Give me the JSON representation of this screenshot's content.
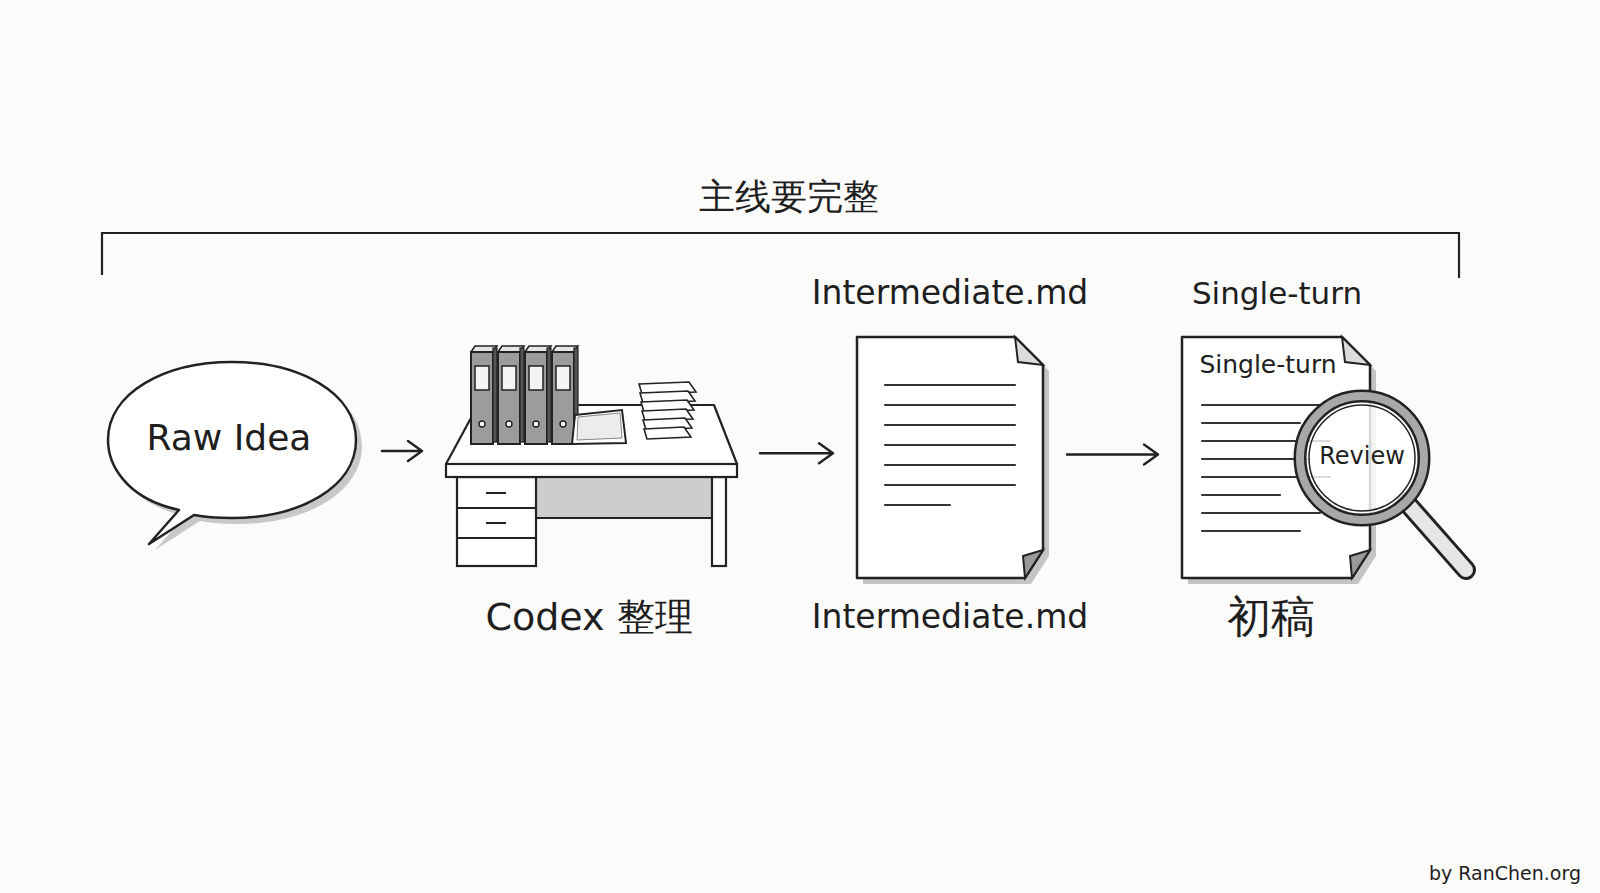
{
  "diagram": {
    "title": "主线要完整",
    "nodes": [
      {
        "text": [
          "Raw Idea"
        ]
      },
      {
        "text": [
          "Codex 整理"
        ]
      },
      {
        "text": [
          "Intermediate.md",
          "Intermediate.md"
        ]
      },
      {
        "text": [
          "Single-turn",
          "Single-turn",
          "初稿"
        ]
      },
      {
        "text": [
          "Review"
        ],
        "in": 3
      }
    ],
    "edges": [
      {
        "from": 0,
        "to": 1,
        "arrow": "to"
      },
      {
        "from": 1,
        "to": 2,
        "arrow": "to"
      },
      {
        "from": 2,
        "to": 3,
        "arrow": "to"
      }
    ],
    "labels": [
      "by RanChen.org"
    ]
  }
}
